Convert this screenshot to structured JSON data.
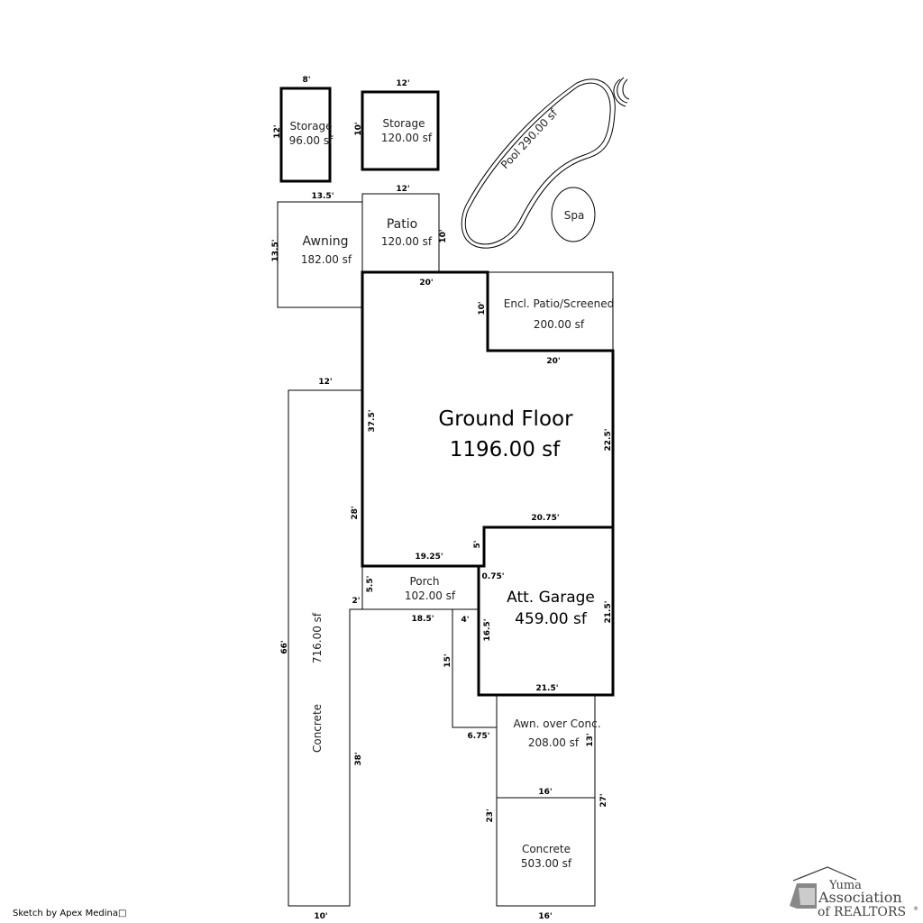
{
  "rooms": {
    "storage1": {
      "name": "Storage",
      "area": "96.00 sf",
      "w": "8'",
      "h": "12'"
    },
    "storage2": {
      "name": "Storage",
      "area": "120.00 sf",
      "w": "12'",
      "h": "10'"
    },
    "awning": {
      "name": "Awning",
      "area": "182.00 sf",
      "w": "13.5'",
      "h": "13.5'"
    },
    "patio": {
      "name": "Patio",
      "area": "120.00 sf",
      "w": "12'",
      "h": "10'"
    },
    "pool": {
      "label": "Pool 290.00 sf"
    },
    "spa": {
      "label": "Spa"
    },
    "encl_patio": {
      "name": "Encl. Patio/Screened",
      "area": "200.00 sf",
      "h": "10'",
      "w": "20'"
    },
    "ground_floor": {
      "name": "Ground Floor",
      "area": "1196.00 sf",
      "top": "20'",
      "left_upper": "37.5'",
      "right": "22.5'",
      "left_lower": "28'",
      "bottom_right": "20.75'",
      "notch": "5'",
      "bottom_left": "19.25'"
    },
    "porch": {
      "name": "Porch",
      "area": "102.00 sf",
      "h": "5.5'",
      "step": "2'",
      "offset": "0.75'"
    },
    "garage": {
      "name": "Att. Garage",
      "area": "459.00 sf",
      "right": "21.5'",
      "left": "16.5'",
      "bottom": "21.5'"
    },
    "concrete_left": {
      "name": "Concrete",
      "area": "716.00 sf",
      "top": "12'",
      "left": "66'",
      "right": "38'",
      "bottom": "10'",
      "inner_top": "18.5'",
      "inner_w": "4'",
      "inner_h": "15'",
      "inner_bottom": "6.75'"
    },
    "awn_conc": {
      "name": "Awn. over Conc.",
      "area": "208.00 sf",
      "h": "13'",
      "w": "16'"
    },
    "concrete_right": {
      "name": "Concrete",
      "area": "503.00 sf",
      "left": "23'",
      "right": "27'",
      "bottom": "16'"
    }
  },
  "footer": {
    "credit": "Sketch by Apex Medina□"
  },
  "logo": {
    "line1": "Yuma",
    "line2": "Association",
    "line3": "of REALTORS",
    "mark": "®"
  }
}
